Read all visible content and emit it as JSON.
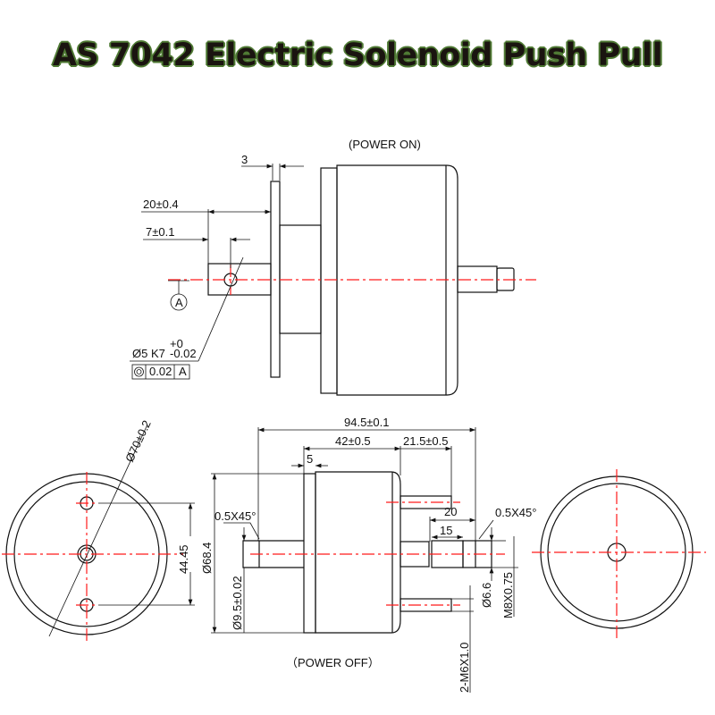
{
  "title": "AS 7042 Electric Solenoid Push Pull",
  "top_view": {
    "label": "(POWER ON)",
    "dim_flange": "3",
    "dim_stroke": "20±0.4",
    "dim_hole_pos": "7±0.1",
    "datum": "A",
    "hole_tol": "Ø5 K7",
    "hole_tol_upper": "+0",
    "hole_tol_lower": "-0.02",
    "concentricity": "0.02",
    "concentricity_datum": "A"
  },
  "front_view": {
    "dim_diameter_outer": "Ø70±0.2",
    "dim_hole_spacing": "44.45",
    "dim_diameter_body": "Ø68.4"
  },
  "side_view": {
    "label": "（POWER OFF）",
    "dim_total": "94.5±0.1",
    "dim_body": "42±0.5",
    "dim_stud": "21.5±0.5",
    "dim_flange": "5",
    "chamfer_left": "0.5X45°",
    "chamfer_right": "0.5X45°",
    "dim_shaft_len": "20",
    "dim_thread_len": "15",
    "dim_shaft_dia": "Ø9.5±0.02",
    "dim_small_dia": "Ø6.6",
    "thread_main": "M8X0.75",
    "thread_studs": "2-M6X1.0"
  },
  "colors": {
    "centerline": "#ff1a1a",
    "title_outline": "#4f7a34"
  }
}
